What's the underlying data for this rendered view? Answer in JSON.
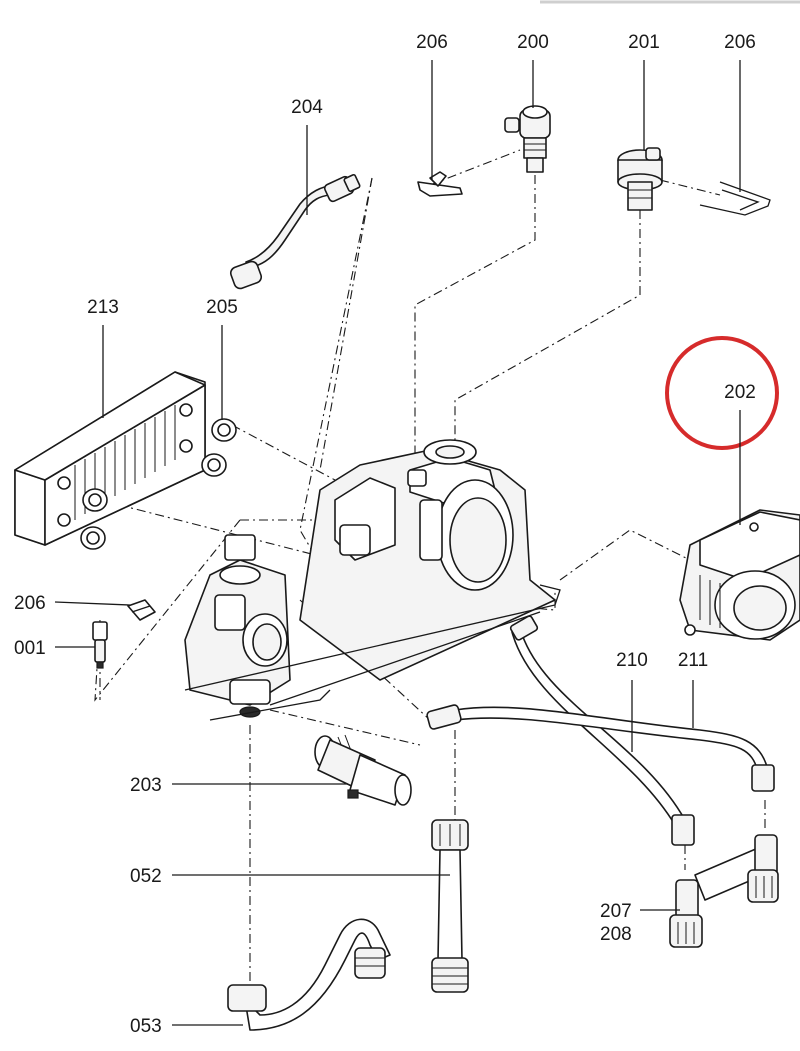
{
  "diagram": {
    "labels": {
      "p206_top_left": "206",
      "p200": "200",
      "p201": "201",
      "p206_top_right": "206",
      "p204": "204",
      "p213": "213",
      "p205": "205",
      "p202": "202",
      "p206_left": "206",
      "p001": "001",
      "p210": "210",
      "p211": "211",
      "p203": "203",
      "p052": "052",
      "p207": "207",
      "p208": "208",
      "p053": "053"
    },
    "highlight_color": "#d62b2b",
    "line_color": "#1a1a1a"
  }
}
